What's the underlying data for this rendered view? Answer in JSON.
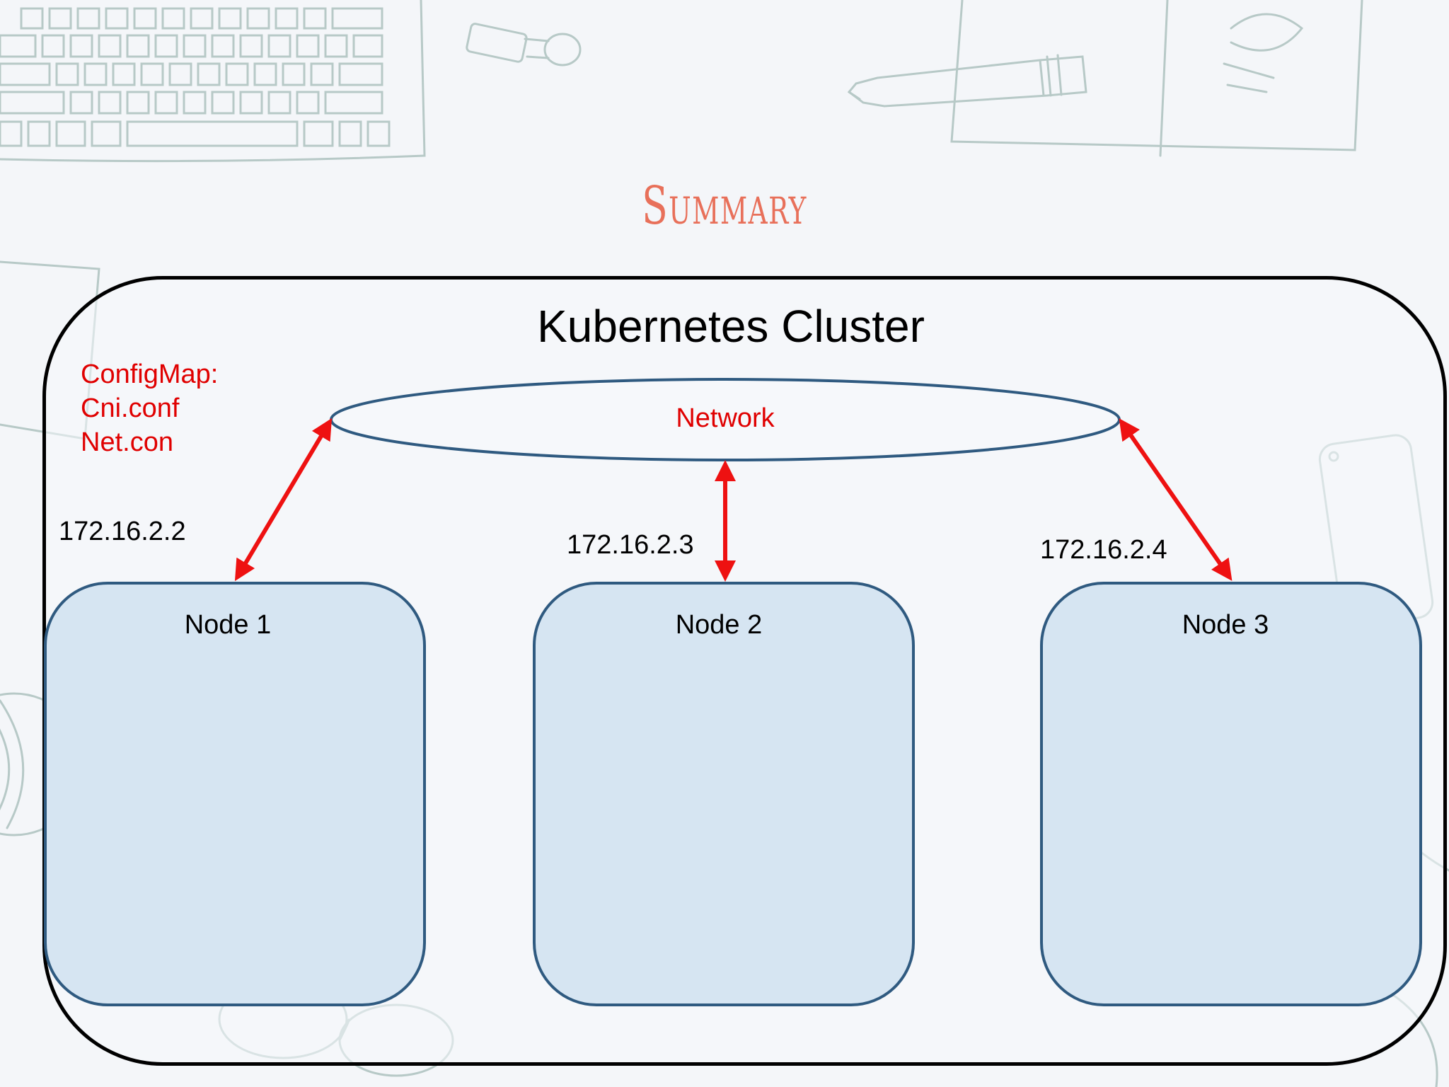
{
  "slide_title": "Summary",
  "cluster": {
    "title": "Kubernetes Cluster",
    "config_lines": [
      "ConfigMap:",
      "Cni.conf",
      "Net.con"
    ],
    "network_label": "Network"
  },
  "nodes": [
    {
      "label": "Node 1",
      "ip": "172.16.2.2"
    },
    {
      "label": "Node 2",
      "ip": "172.16.2.3"
    },
    {
      "label": "Node 3",
      "ip": "172.16.2.4"
    }
  ],
  "colors": {
    "title": "#e8705a",
    "accent_red": "#e00000",
    "node_fill": "#d6e5f2",
    "node_border": "#2f5a80",
    "sketch": "#b7c9c7"
  }
}
